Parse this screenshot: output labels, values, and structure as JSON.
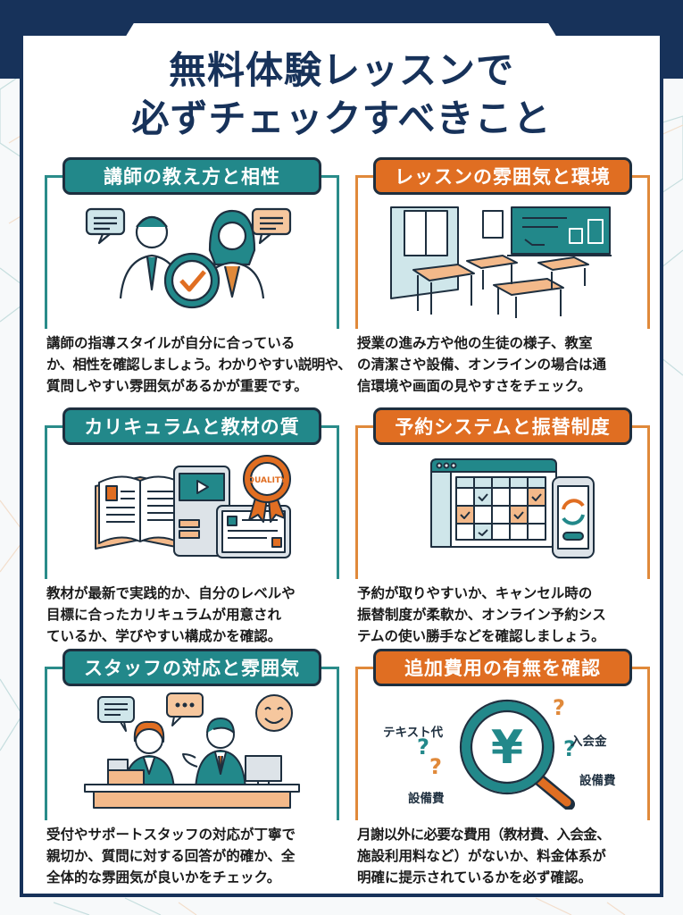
{
  "title": {
    "line1": "無料体験レッスンで",
    "line2": "必ずチェックすべきこと"
  },
  "colors": {
    "navy": "#17325a",
    "teal": "#22888a",
    "orange": "#e06e22"
  },
  "cards": [
    {
      "heading": "講師の教え方と相性",
      "theme": "teal",
      "icon": "teachers-with-check-badge-icon",
      "lines": [
        "講師の指導スタイルが自分に合っている",
        "か、相性を確認しましょう。わかりやすい説明や、",
        "質問しやすい雰囲気があるかが重要です。"
      ]
    },
    {
      "heading": "レッスンの雰囲気と環境",
      "theme": "orange",
      "icon": "classroom-icon",
      "lines": [
        "授業の進み方や他の生徒の様子、教室",
        "の清潔さや設備、オンラインの場合は通",
        "信環境や画面の見やすさをチェック。"
      ]
    },
    {
      "heading": "カリキュラムと教材の質",
      "theme": "teal",
      "icon": "books-tablet-quality-badge-icon",
      "badge_text": "QUALITY",
      "lines": [
        "教材が最新で実践的か、自分のレベルや",
        "目標に合ったカリキュラムが用意され",
        "ているか、学びやすい構成かを確認。"
      ]
    },
    {
      "heading": "予約システムと振替制度",
      "theme": "orange",
      "icon": "calendar-phone-sync-icon",
      "lines": [
        "予約が取りやすいか、キャンセル時の",
        "振替制度が柔軟か、オンライン予約シス",
        "テムの使い勝手などを確認しましょう。"
      ]
    },
    {
      "heading": "スタッフの対応と雰囲気",
      "theme": "teal",
      "icon": "reception-staff-icon",
      "lines": [
        "受付やサポートスタッフの対応が丁寧で",
        "親切か、質問に対する回答が的確か、全",
        "全体的な雰囲気が良いかをチェック。"
      ]
    },
    {
      "heading": "追加費用の有無を確認",
      "theme": "orange",
      "icon": "magnifier-yen-icon",
      "cost_labels": [
        "テキスト代",
        "入会金",
        "設備費",
        "設備費"
      ],
      "yen": "¥",
      "lines": [
        "月謝以外に必要な費用（教材費、入会金、",
        "施設利用料など）がないか、料金体系が",
        "明確に提示されているかを必ず確認。"
      ]
    }
  ]
}
